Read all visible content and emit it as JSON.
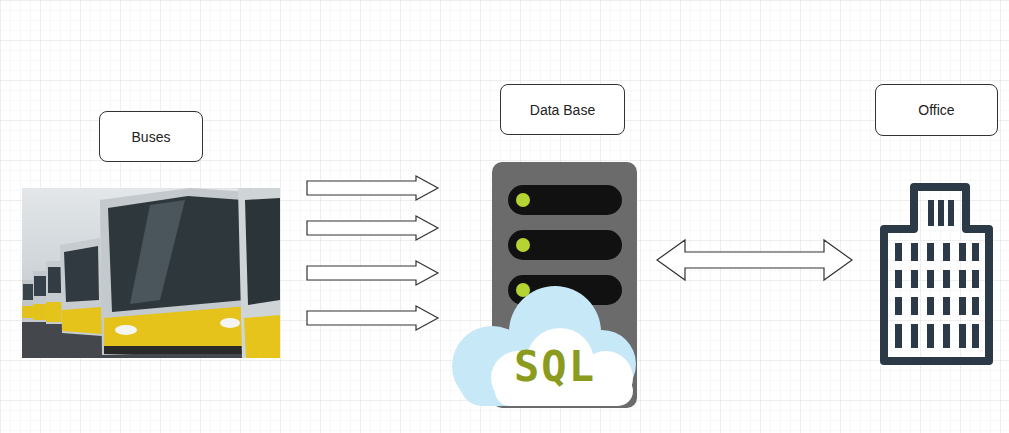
{
  "diagram": {
    "nodes": [
      {
        "text": [
          "Buses"
        ]
      },
      {
        "text": [
          "Data Base"
        ]
      },
      {
        "text": [
          "Office"
        ]
      }
    ],
    "edges": [
      {
        "from": 0,
        "to": 1,
        "arrow": "to"
      },
      {
        "from": 0,
        "to": 1,
        "arrow": "to"
      },
      {
        "from": 0,
        "to": 1,
        "arrow": "to"
      },
      {
        "from": 0,
        "to": 1,
        "arrow": "to"
      },
      {
        "from": 1,
        "to": 2,
        "arrow": "both"
      }
    ],
    "labels": [
      "SQL"
    ]
  }
}
